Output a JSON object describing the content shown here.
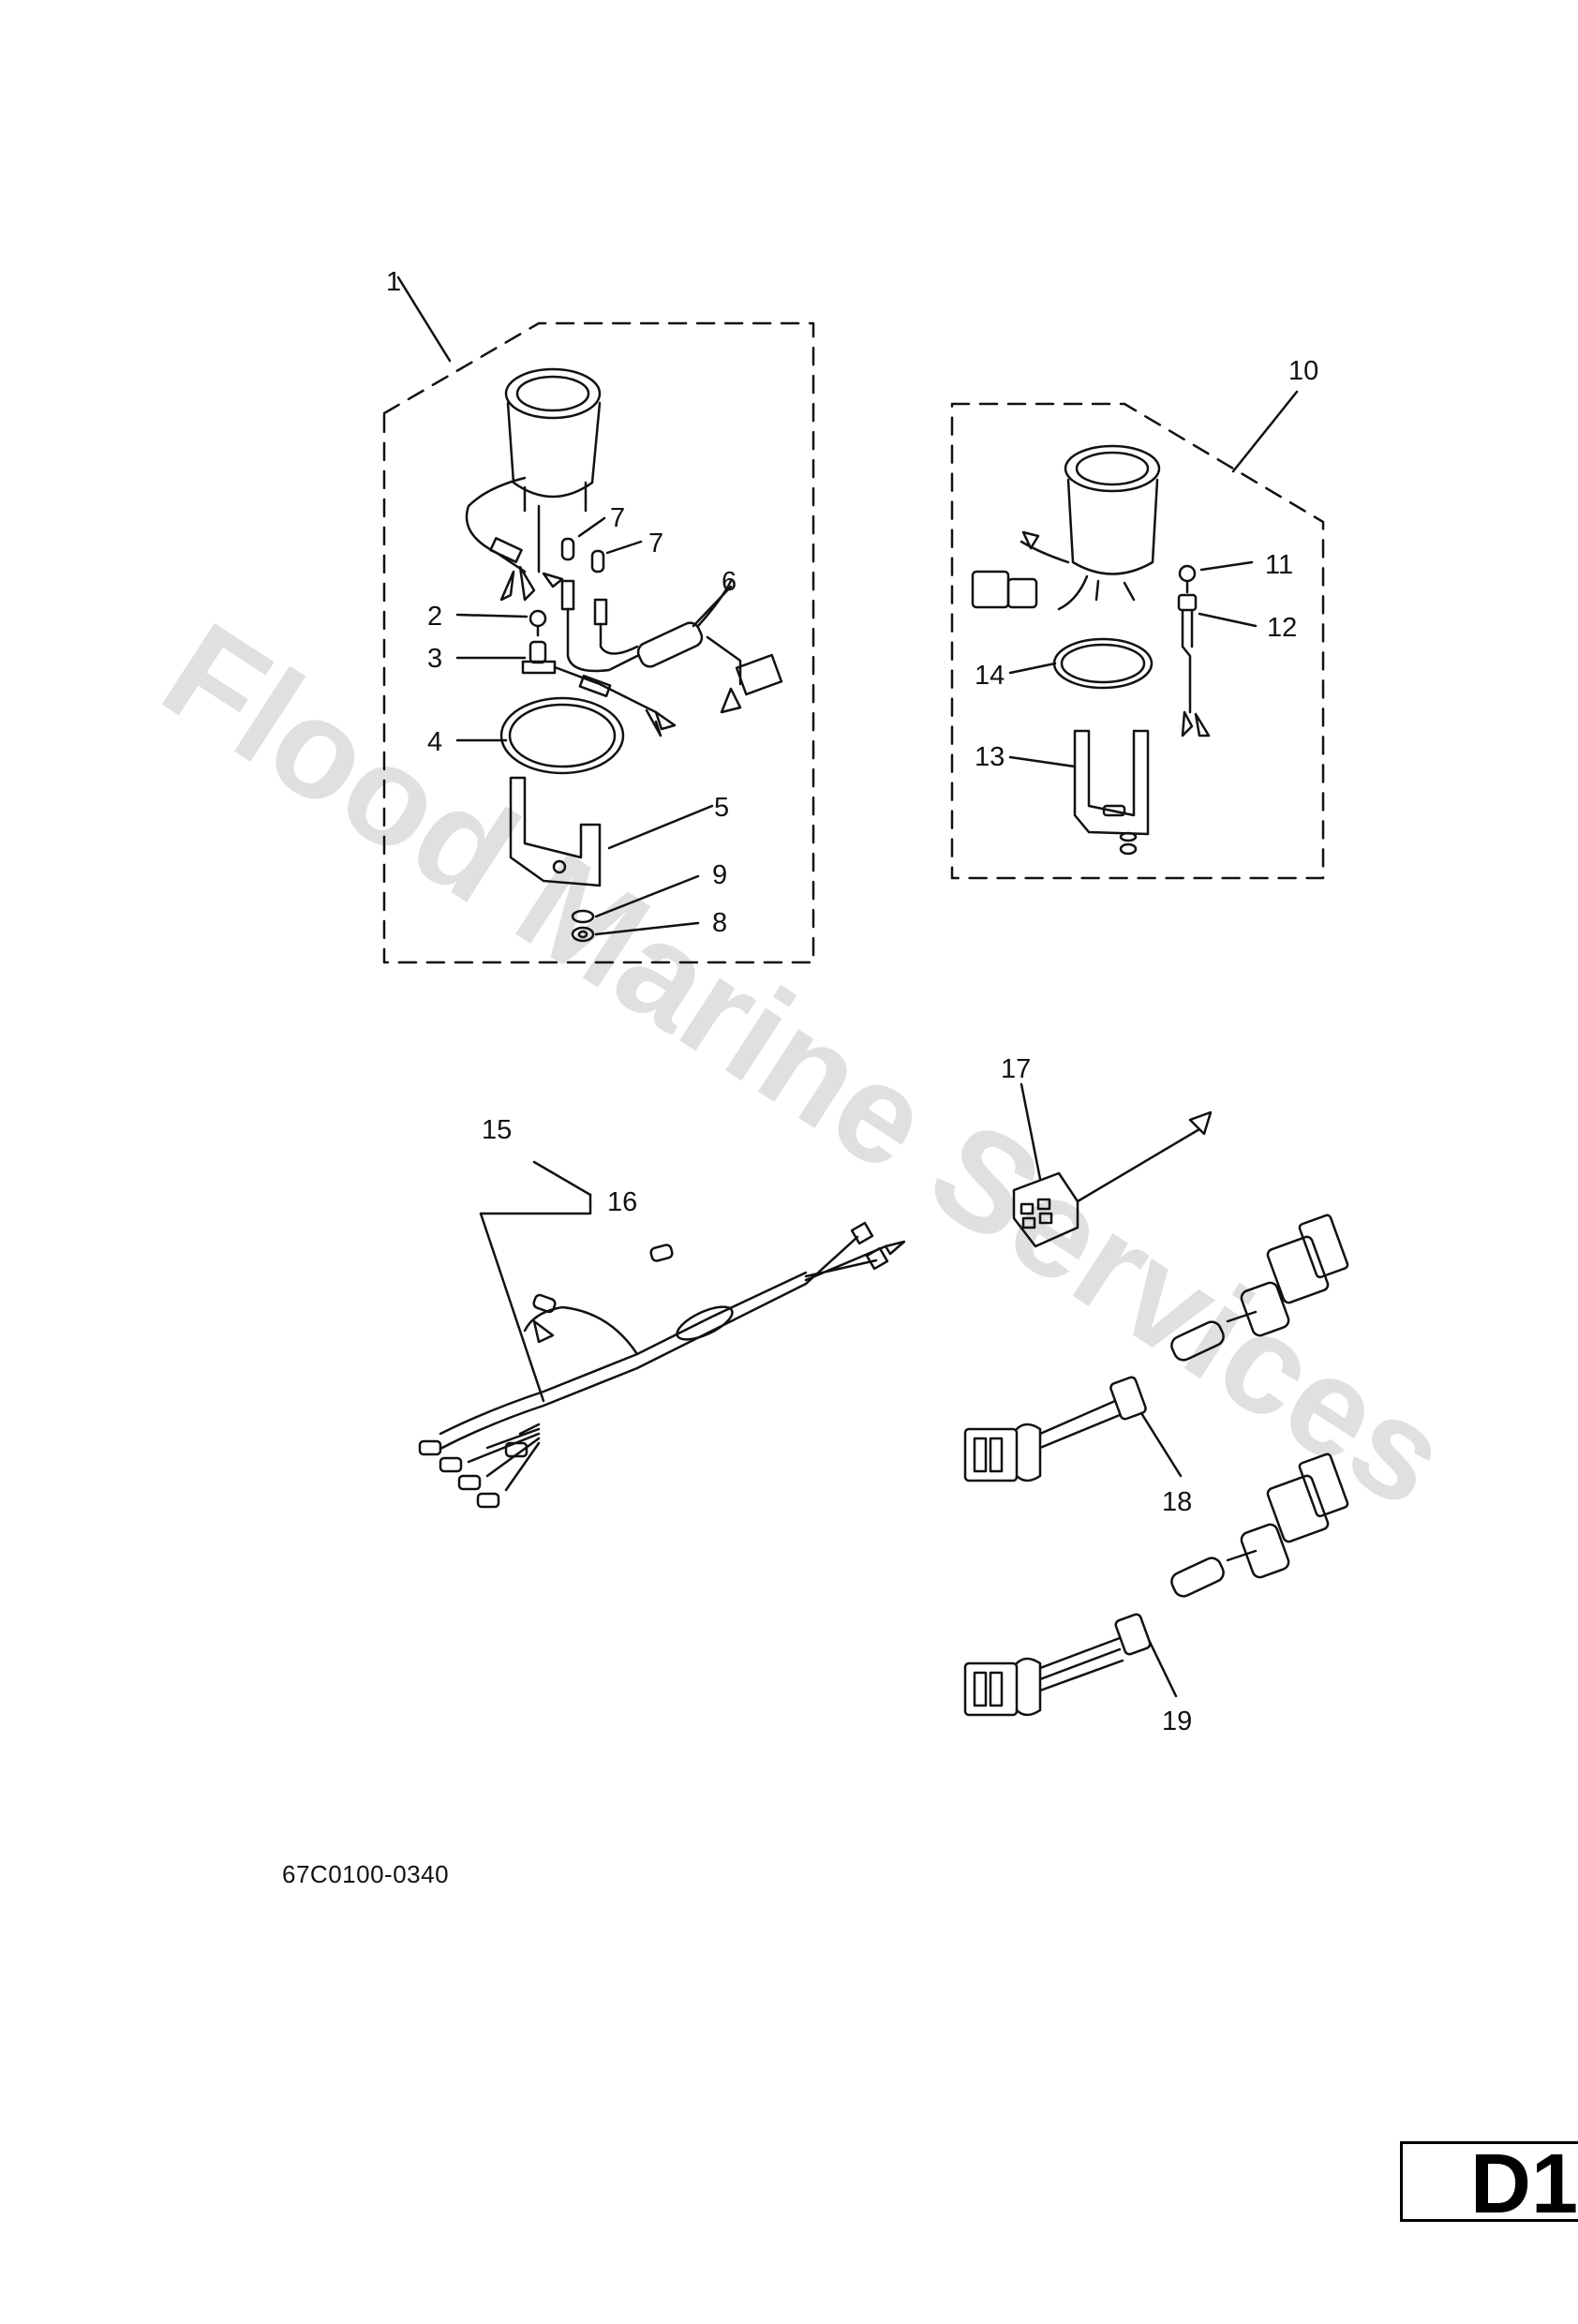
{
  "watermark": "Flood Marine Services",
  "drawing_code": "67C0100-0340",
  "section_label": "D1",
  "callouts": {
    "c1": "1",
    "c2": "2",
    "c3": "3",
    "c4": "4",
    "c5": "5",
    "c6": "6",
    "c7a": "7",
    "c7b": "7",
    "c8": "8",
    "c9": "9",
    "c10": "10",
    "c11": "11",
    "c12": "12",
    "c13": "13",
    "c14": "14",
    "c15": "15",
    "c16": "16",
    "c17": "17",
    "c18": "18",
    "c19": "19"
  }
}
